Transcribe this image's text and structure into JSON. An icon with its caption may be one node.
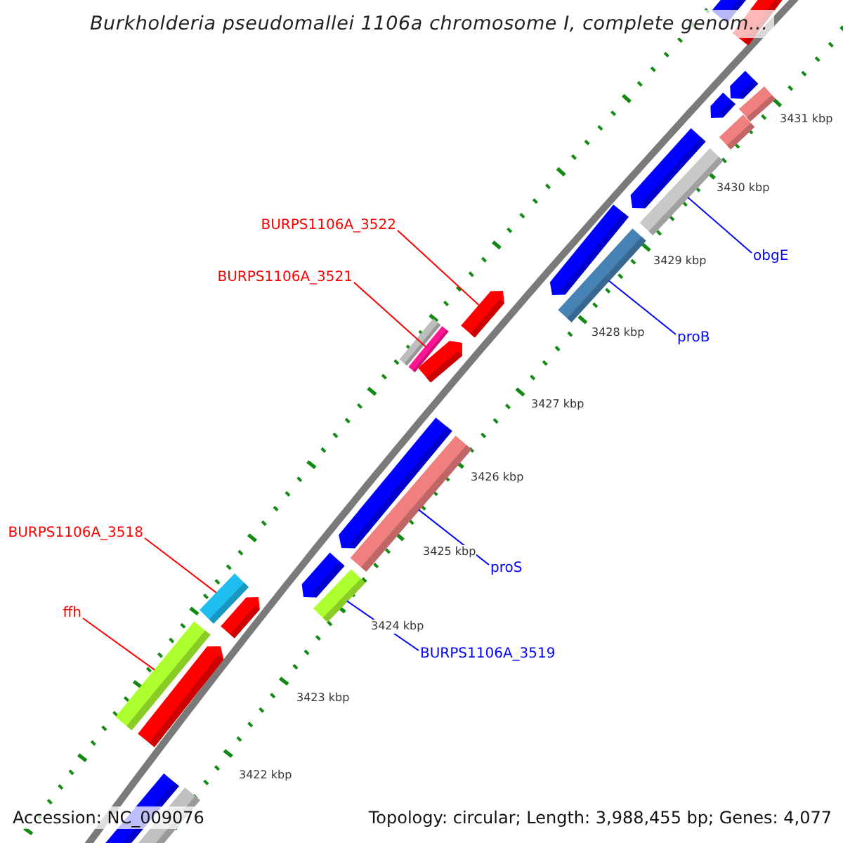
{
  "diagram": {
    "title": "Burkholderia pseudomallei 1106a chromosome I, complete genom...",
    "nodes": [
      {
        "text": [
          "BURPS1106A_3522"
        ]
      },
      {
        "text": [
          "obgE"
        ]
      },
      {
        "text": [
          "BURPS1106A_3521"
        ]
      },
      {
        "text": [
          "proB"
        ]
      },
      {
        "text": [
          "proS"
        ]
      },
      {
        "text": [
          "BURPS1106A_3518"
        ]
      },
      {
        "text": [
          "ffh"
        ]
      },
      {
        "text": [
          "BURPS1106A_3519"
        ]
      },
      {
        "text": [],
        "shape": "bar"
      },
      {
        "text": [],
        "shape": "bar"
      },
      {
        "text": [],
        "shape": "arrow"
      },
      {
        "text": [],
        "shape": "bar"
      },
      {
        "text": [],
        "shape": "bar"
      },
      {
        "text": [],
        "shape": "bar"
      },
      {
        "text": [],
        "shape": "bar"
      },
      {
        "text": [],
        "shape": "bar"
      }
    ],
    "edges": [
      {
        "from": 0,
        "to": 10,
        "arrow": "none",
        "color": "#ff0000"
      },
      {
        "from": 1,
        "to": 8,
        "arrow": "none",
        "color": "#0000ff"
      },
      {
        "from": 2,
        "to": 11,
        "arrow": "none",
        "color": "#ff0000"
      },
      {
        "from": 3,
        "to": 9,
        "arrow": "none",
        "color": "#0000ff"
      },
      {
        "from": 4,
        "to": 12,
        "arrow": "none",
        "color": "#0000ff"
      },
      {
        "from": 5,
        "to": 14,
        "arrow": "none",
        "color": "#ff0000"
      },
      {
        "from": 6,
        "to": 15,
        "arrow": "none",
        "color": "#ff0000"
      },
      {
        "from": 7,
        "to": 13,
        "arrow": "none",
        "color": "#0000ff"
      }
    ],
    "labels": [
      "3431 kbp",
      "3430 kbp",
      "3429 kbp",
      "3428 kbp",
      "3427 kbp",
      "3426 kbp",
      "3425 kbp",
      "3424 kbp",
      "3423 kbp",
      "3422 kbp",
      "Accession: NC_009076",
      "Topology: circular; Length: 3,988,455 bp; Genes: 4,077"
    ]
  }
}
